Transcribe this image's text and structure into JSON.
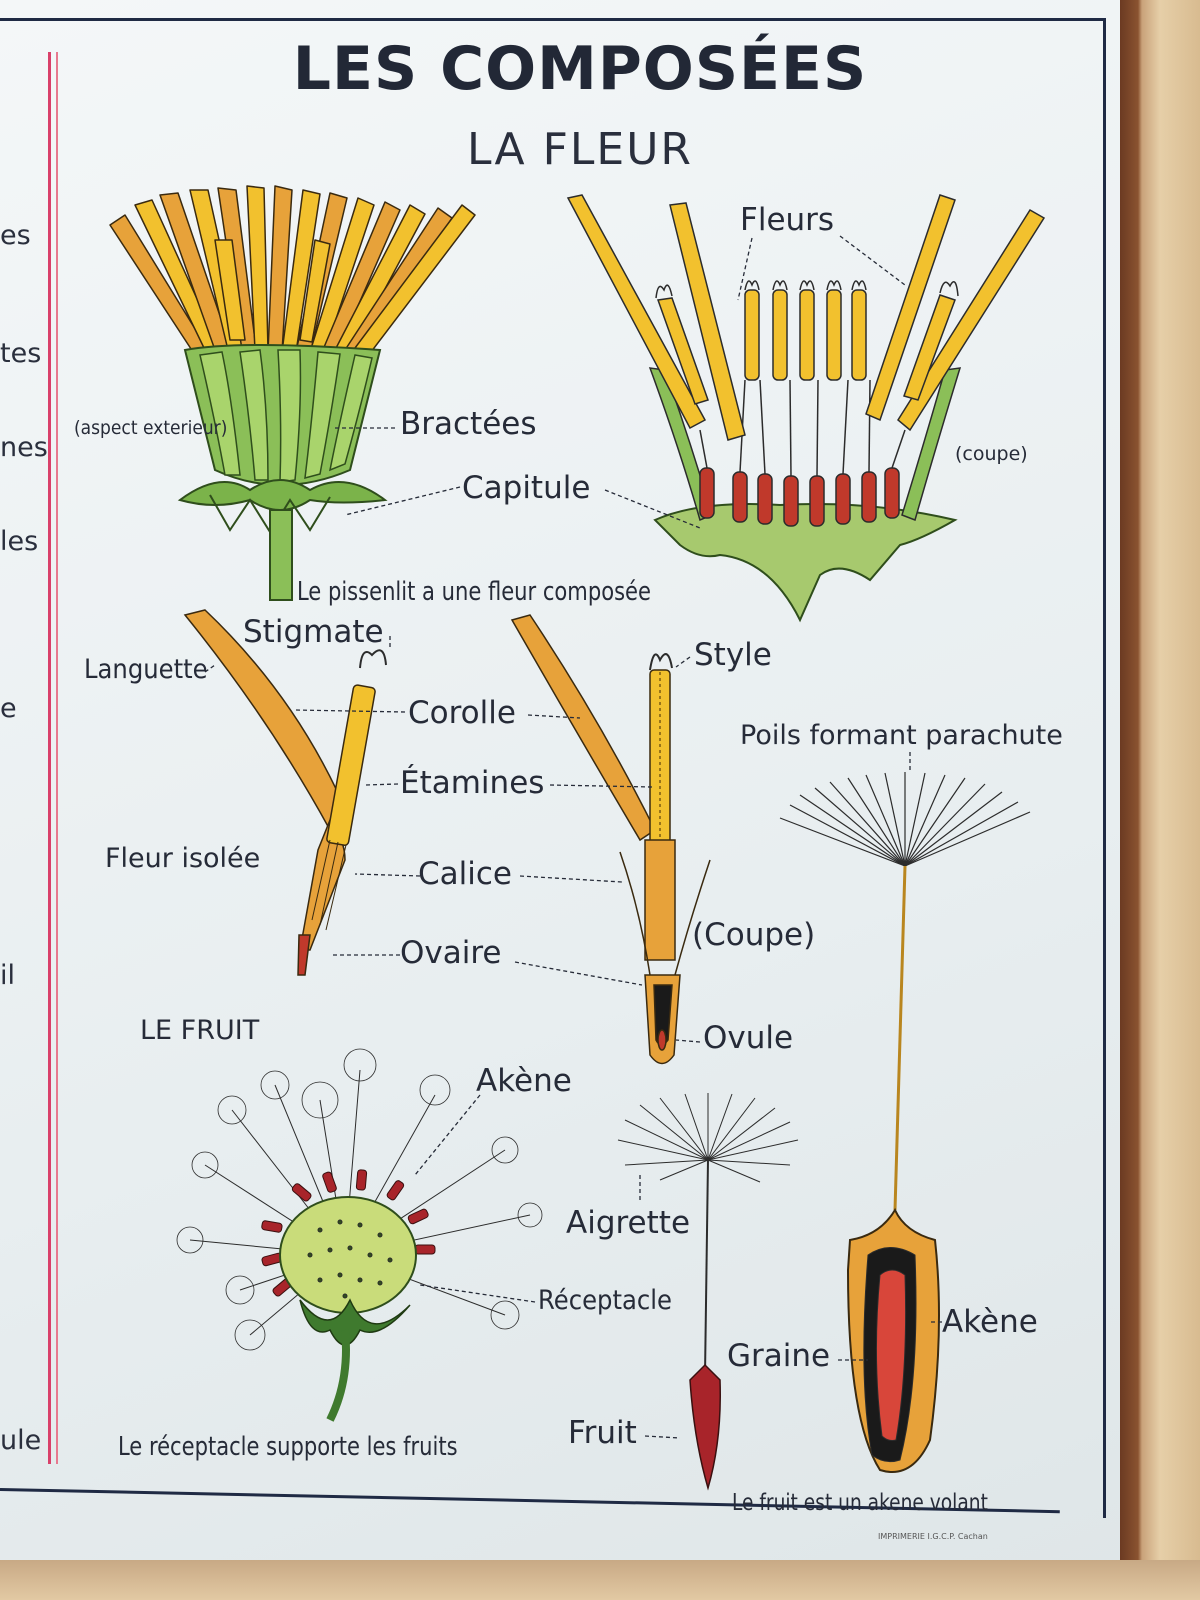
{
  "title": "LES COMPOSÉES",
  "subtitle": "LA FLEUR",
  "left_margin_fragments": [
    "es",
    "tes",
    "nes",
    "les",
    "e",
    "il",
    "ule"
  ],
  "labels": {
    "fleurs": "Fleurs",
    "aspect": "(aspect exterieur)",
    "bractees": "Bractées",
    "capitule": "Capitule",
    "coupe_small": "(coupe)",
    "caption_composee": "Le pissenlit a une fleur composée",
    "stigmate": "Stigmate",
    "languette": "Languette",
    "corolle": "Corolle",
    "etamines": "Étamines",
    "fleur_isolee": "Fleur isolée",
    "calice": "Calice",
    "ovaire": "Ovaire",
    "style": "Style",
    "coupe_big": "(Coupe)",
    "ovule": "Ovule",
    "poils": "Poils formant parachute",
    "le_fruit": "LE FRUIT",
    "akene_1": "Akène",
    "receptacle": "Réceptacle",
    "aigrette": "Aigrette",
    "graine": "Graine",
    "akene_2": "Akène",
    "fruit": "Fruit",
    "caption_receptacle": "Le réceptacle supporte les fruits",
    "caption_akene": "Le fruit est un akene volant",
    "printer": "IMPRIMERIE I.G.C.P. Cachan"
  },
  "colors": {
    "petal_yellow": "#f2c12e",
    "petal_orange": "#e7a23a",
    "bract_green": "#8bbf58",
    "dark_green": "#3f7a2e",
    "ovary_red": "#c0392b",
    "ink": "#262b38",
    "margin_red": "#d9406a"
  }
}
